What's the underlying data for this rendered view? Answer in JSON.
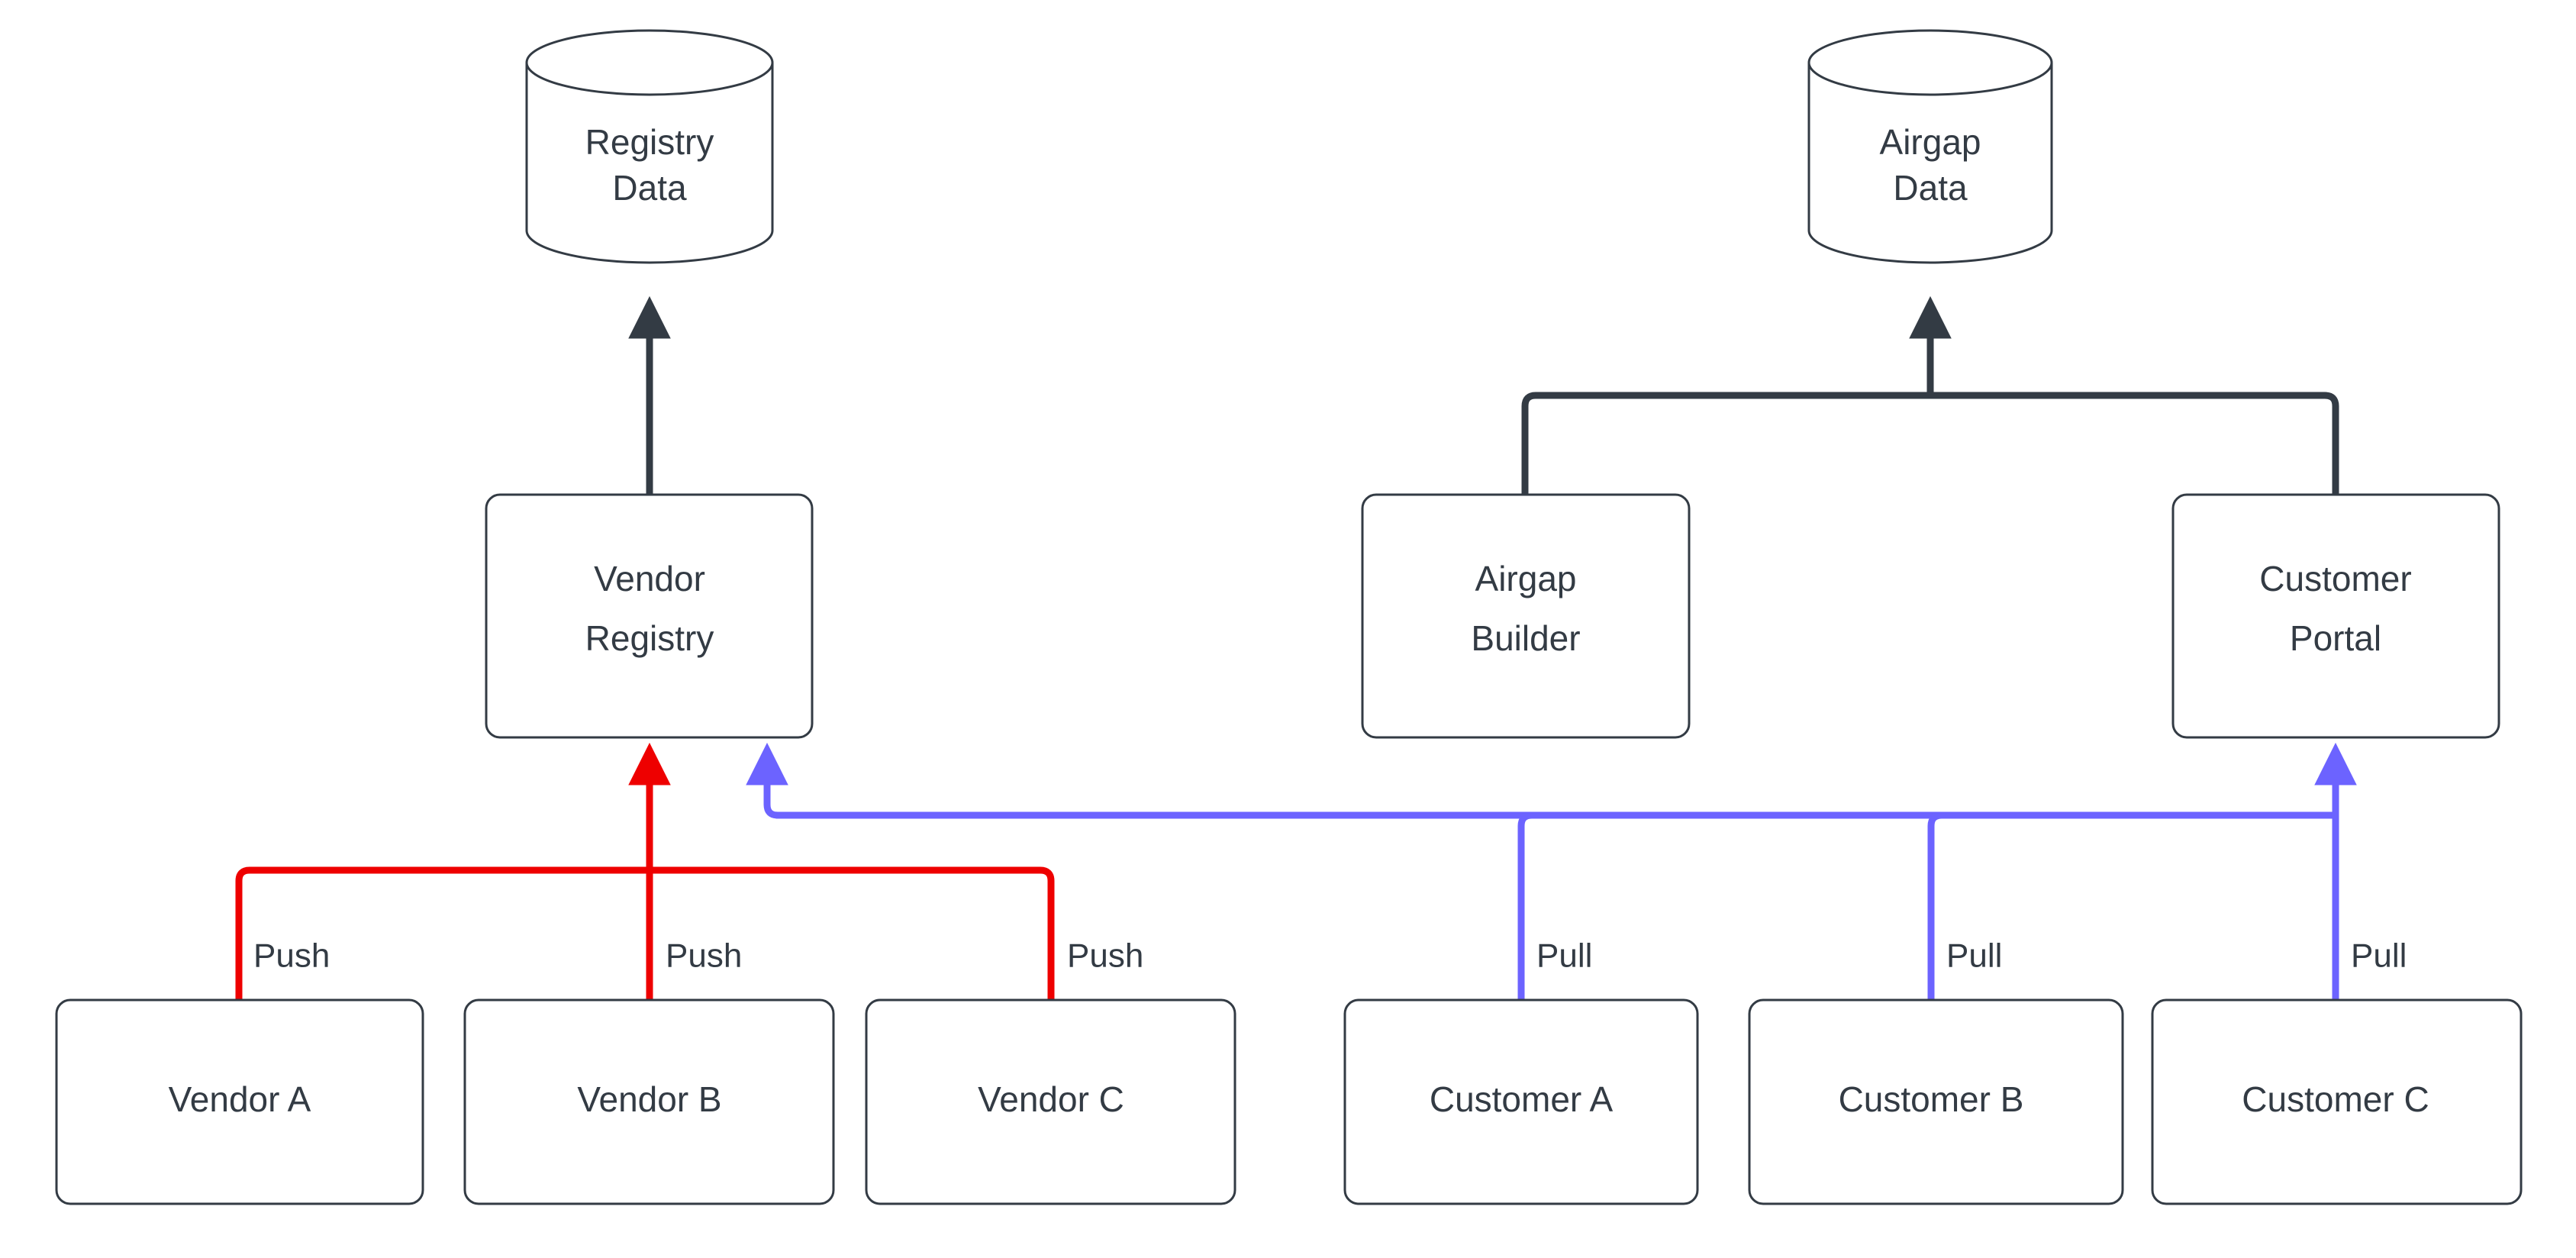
{
  "diagram": {
    "type": "flowchart",
    "direction": "bottom-up",
    "background": "#ffffff",
    "colors": {
      "node_stroke": "#333b44",
      "node_fill": "#ffffff",
      "text": "#333b44",
      "push_edge": "#ee0000",
      "pull_edge": "#6c63ff",
      "plain_edge": "#333b44"
    },
    "datastores": [
      {
        "id": "registry-data",
        "label_line1": "Registry",
        "label_line2": "Data",
        "shape": "cylinder"
      },
      {
        "id": "airgap-data",
        "label_line1": "Airgap",
        "label_line2": "Data",
        "shape": "cylinder"
      }
    ],
    "services": [
      {
        "id": "vendor-registry",
        "label_line1": "Vendor",
        "label_line2": "Registry",
        "shape": "rounded-rect"
      },
      {
        "id": "airgap-builder",
        "label_line1": "Airgap",
        "label_line2": "Builder",
        "shape": "rounded-rect"
      },
      {
        "id": "customer-portal",
        "label_line1": "Customer",
        "label_line2": "Portal",
        "shape": "rounded-rect"
      }
    ],
    "actors": [
      {
        "id": "vendor-a",
        "label": "Vendor A",
        "shape": "rounded-rect"
      },
      {
        "id": "vendor-b",
        "label": "Vendor B",
        "shape": "rounded-rect"
      },
      {
        "id": "vendor-c",
        "label": "Vendor C",
        "shape": "rounded-rect"
      },
      {
        "id": "customer-a",
        "label": "Customer A",
        "shape": "rounded-rect"
      },
      {
        "id": "customer-b",
        "label": "Customer B",
        "shape": "rounded-rect"
      },
      {
        "id": "customer-c",
        "label": "Customer C",
        "shape": "rounded-rect"
      }
    ],
    "edges": [
      {
        "id": "e-vr-rd",
        "from": "vendor-registry",
        "to": "registry-data",
        "label": "",
        "color": "plain_edge",
        "arrow": true
      },
      {
        "id": "e-ab-ad",
        "from": "airgap-builder",
        "to": "airgap-data",
        "label": "",
        "color": "plain_edge",
        "arrow": true
      },
      {
        "id": "e-cp-ad",
        "from": "customer-portal",
        "to": "airgap-data",
        "label": "",
        "color": "plain_edge",
        "arrow": true
      },
      {
        "id": "e-va-vr",
        "from": "vendor-a",
        "to": "vendor-registry",
        "label": "Push",
        "color": "push_edge",
        "arrow": true
      },
      {
        "id": "e-vb-vr",
        "from": "vendor-b",
        "to": "vendor-registry",
        "label": "Push",
        "color": "push_edge",
        "arrow": true
      },
      {
        "id": "e-vc-vr",
        "from": "vendor-c",
        "to": "vendor-registry",
        "label": "Push",
        "color": "push_edge",
        "arrow": true
      },
      {
        "id": "e-ca-vr",
        "from": "customer-a",
        "to": "vendor-registry",
        "label": "Pull",
        "color": "pull_edge",
        "arrow": true
      },
      {
        "id": "e-cb-vr",
        "from": "customer-b",
        "to": "vendor-registry",
        "label": "Pull",
        "color": "pull_edge",
        "arrow": true
      },
      {
        "id": "e-cc-cp",
        "from": "customer-c",
        "to": "customer-portal",
        "label": "Pull",
        "color": "pull_edge",
        "arrow": true
      }
    ],
    "edge_labels": {
      "push_1": "Push",
      "push_2": "Push",
      "push_3": "Push",
      "pull_1": "Pull",
      "pull_2": "Pull",
      "pull_3": "Pull"
    }
  }
}
